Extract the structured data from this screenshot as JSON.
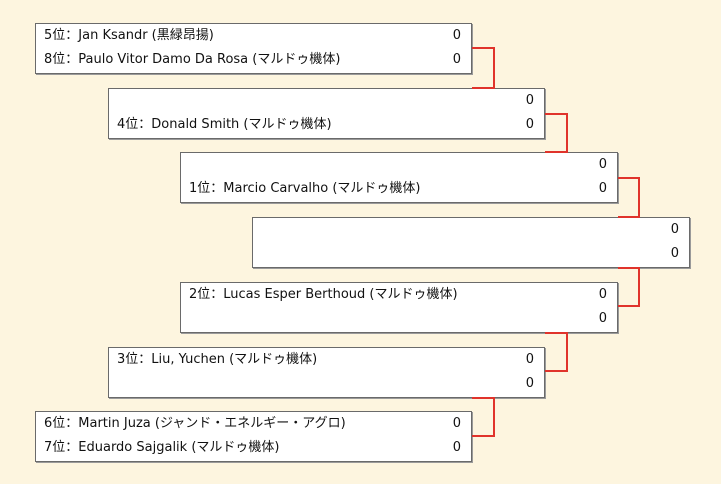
{
  "colors": {
    "background": "#fdf5df",
    "box_fill": "#ffffff",
    "box_border": "#6a6a6a",
    "connector": "#e0332b"
  },
  "matches": [
    {
      "slots": [
        {
          "label": "5位：Jan Ksandr (黒緑昂揚)",
          "score": "0"
        },
        {
          "label": "8位：Paulo Vitor Damo Da Rosa (マルドゥ機体)",
          "score": "0"
        }
      ]
    },
    {
      "slots": [
        {
          "label": "",
          "score": "0"
        },
        {
          "label": "4位：Donald Smith (マルドゥ機体)",
          "score": "0"
        }
      ]
    },
    {
      "slots": [
        {
          "label": "",
          "score": "0"
        },
        {
          "label": "1位：Marcio Carvalho (マルドゥ機体)",
          "score": "0"
        }
      ]
    },
    {
      "slots": [
        {
          "label": "",
          "score": "0"
        },
        {
          "label": "",
          "score": "0"
        }
      ]
    },
    {
      "slots": [
        {
          "label": "2位：Lucas Esper Berthoud (マルドゥ機体)",
          "score": "0"
        },
        {
          "label": "",
          "score": "0"
        }
      ]
    },
    {
      "slots": [
        {
          "label": "3位：Liu, Yuchen (マルドゥ機体)",
          "score": "0"
        },
        {
          "label": "",
          "score": "0"
        }
      ]
    },
    {
      "slots": [
        {
          "label": "6位：Martin Juza (ジャンド・エネルギー・アグロ)",
          "score": "0"
        },
        {
          "label": "7位：Eduardo Sajgalik (マルドゥ機体)",
          "score": "0"
        }
      ]
    }
  ]
}
